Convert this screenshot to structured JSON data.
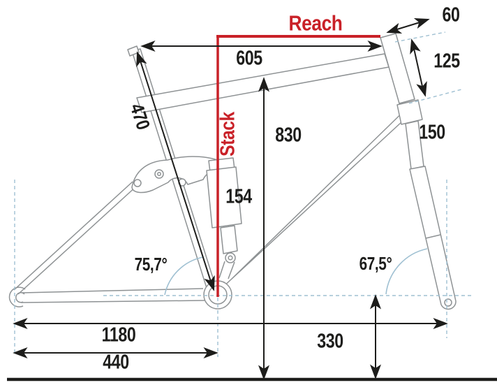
{
  "diagram": {
    "type": "bike-frame-geometry",
    "colors": {
      "dimension_red": "#c92128",
      "frame_gray": "#8e9294",
      "guide_blue": "#9fc0d2",
      "ink_black": "#1d1d1b"
    },
    "axis_labels": {
      "reach": "Reach",
      "stack": "Stack"
    },
    "measurements": {
      "top_tube": "605",
      "seat_tube": "470",
      "standover": "830",
      "shock": "154",
      "fork_travel": "150",
      "head_tube": "125",
      "stem": "60",
      "wheelbase": "1180",
      "chainstay": "440",
      "bb_height": "330",
      "seat_tube_angle": "75,7°",
      "head_tube_angle": "67,5°"
    }
  }
}
